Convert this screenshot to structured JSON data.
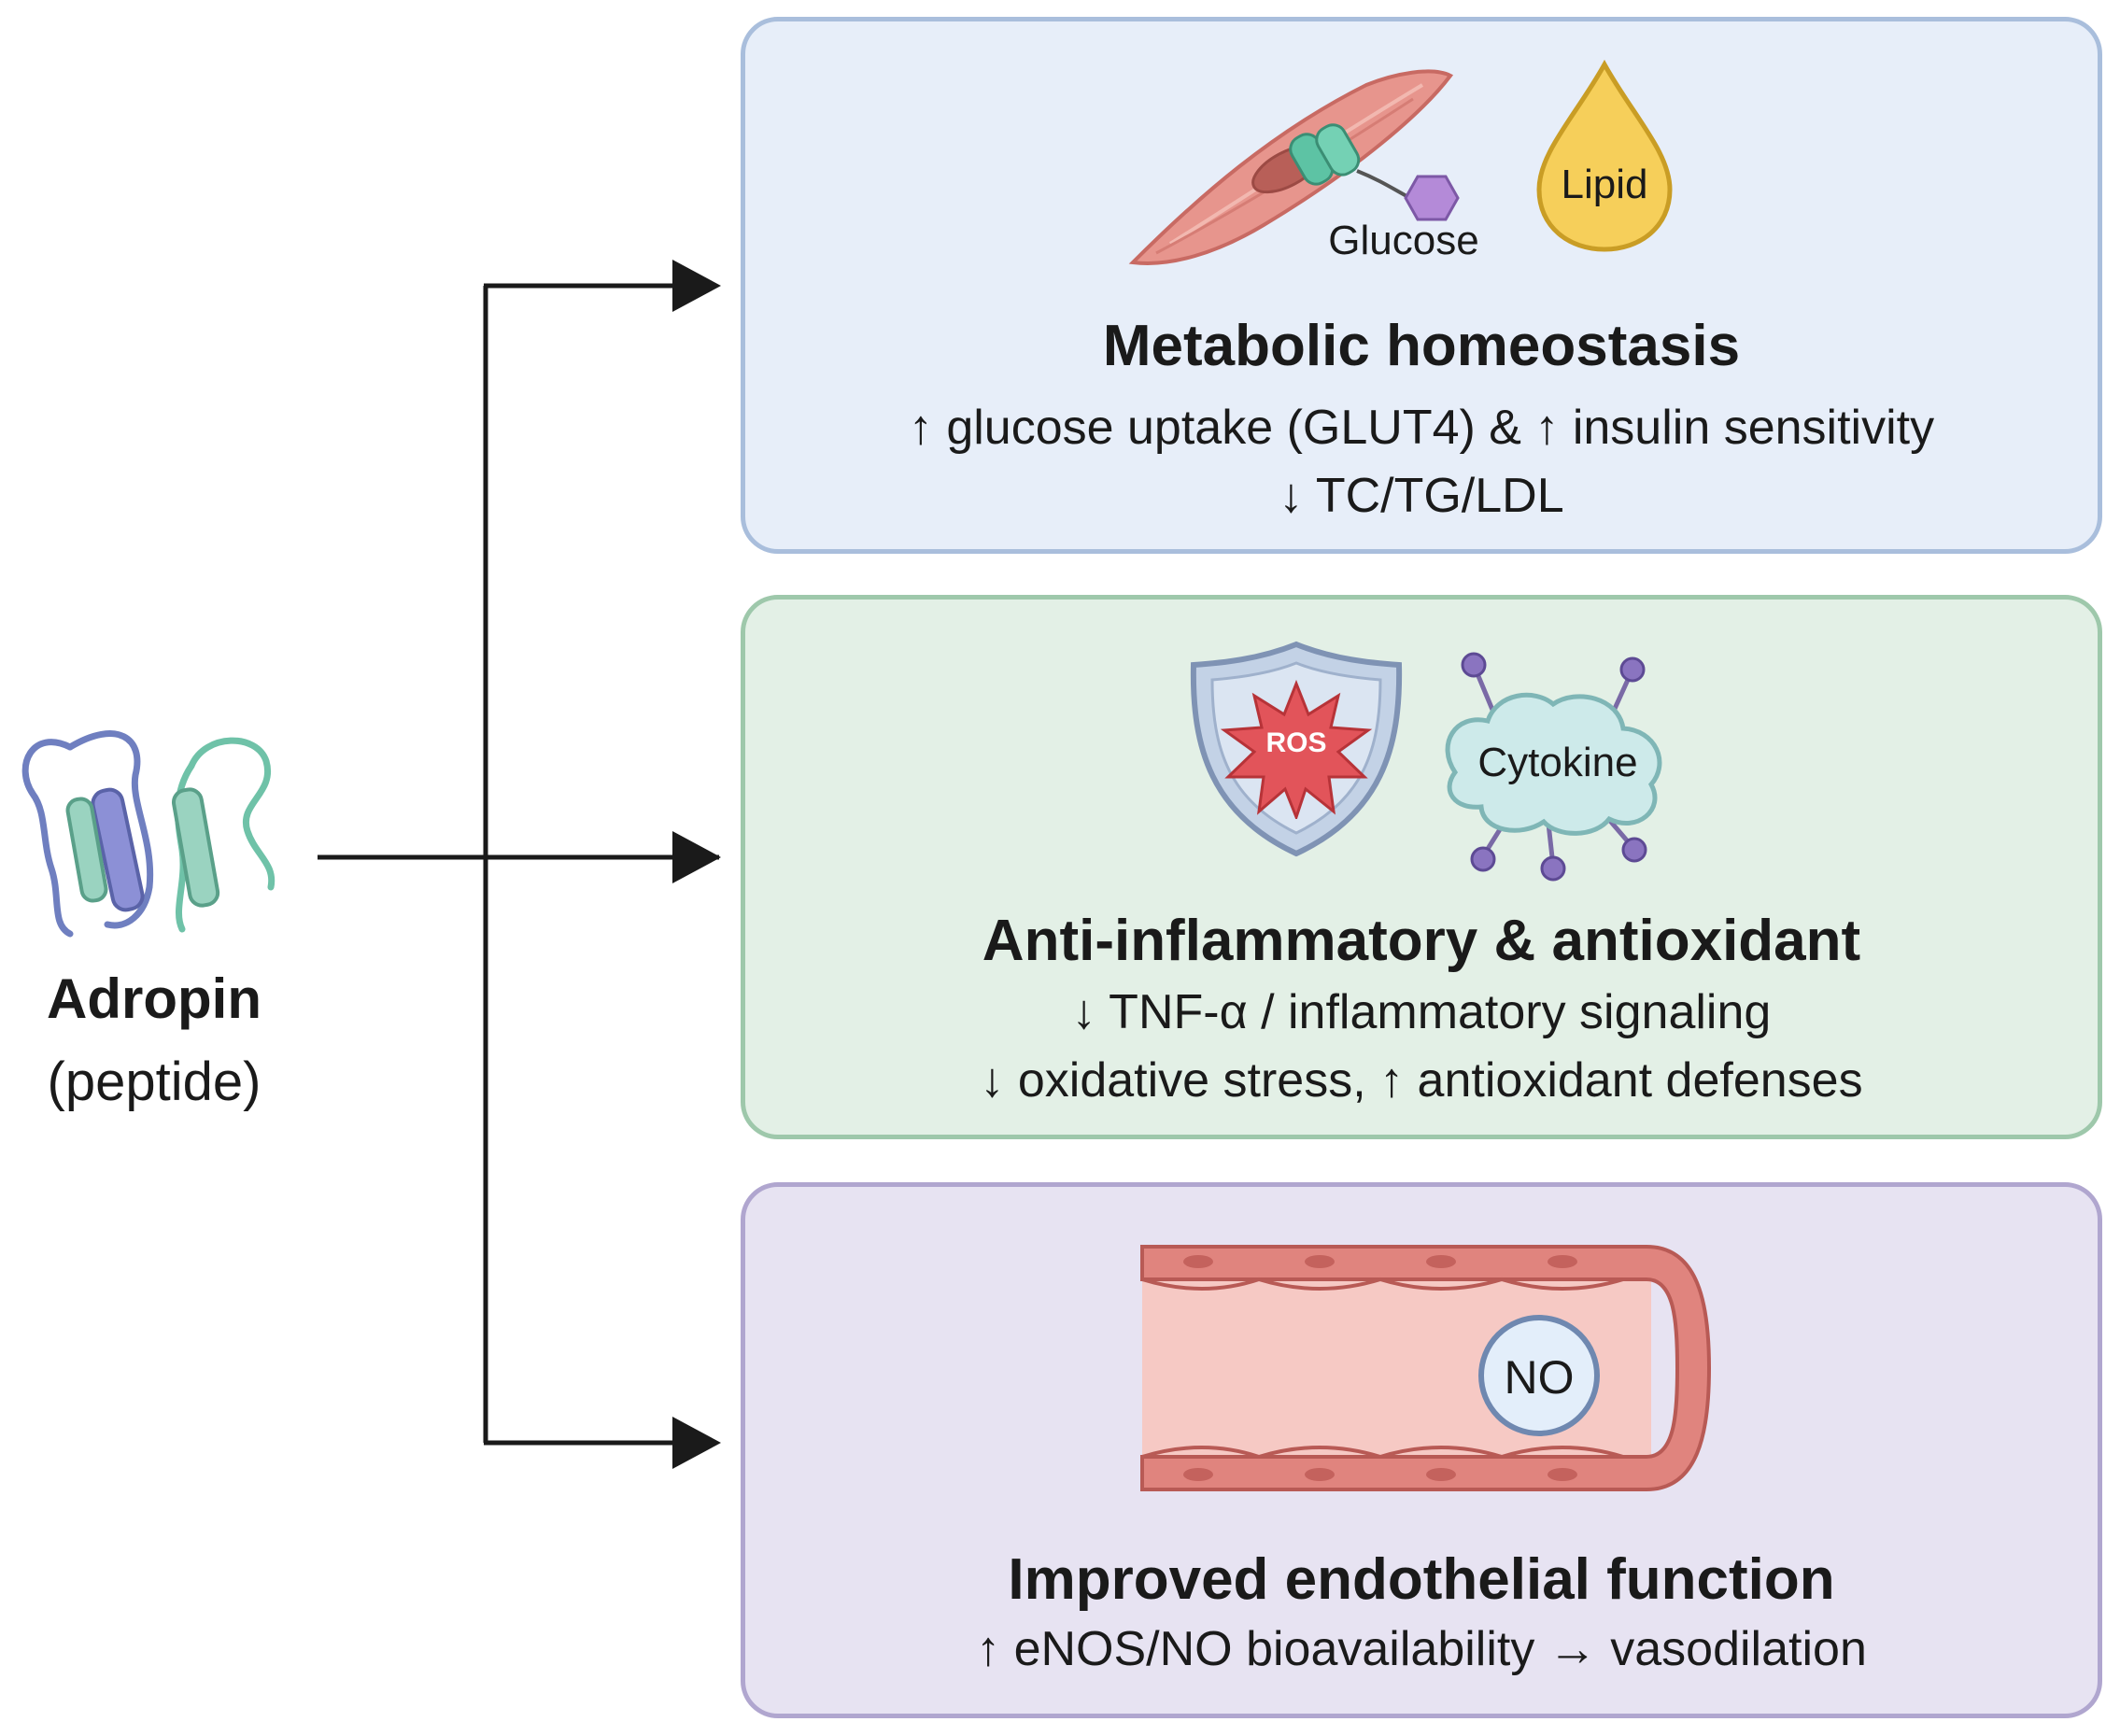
{
  "adropin": {
    "name": "Adropin",
    "subtitle": "(peptide)"
  },
  "panels": {
    "metabolic": {
      "title": "Metabolic homeostasis",
      "line1": "↑ glucose uptake (GLUT4) & ↑ insulin sensitivity",
      "line2": "↓ TC/TG/LDL",
      "labels": {
        "glucose": "Glucose",
        "lipid": "Lipid"
      },
      "icons": [
        "muscle-cell-icon",
        "glut4-transporter-icon",
        "glucose-molecule-icon",
        "lipid-droplet-icon"
      ]
    },
    "inflammation": {
      "title": "Anti-inflammatory & antioxidant",
      "line1": "↓ TNF-α / inflammatory signaling",
      "line2": "↓ oxidative stress, ↑ antioxidant defenses",
      "labels": {
        "ros": "ROS",
        "cytokine": "Cytokine"
      },
      "icons": [
        "shield-icon",
        "ros-burst-icon",
        "cytokine-cell-icon"
      ]
    },
    "endothelial": {
      "title": "Improved endothelial function",
      "line1": "↑ eNOS/NO bioavailability → vasodilation",
      "labels": {
        "no": "NO"
      },
      "icons": [
        "blood-vessel-icon",
        "nitric-oxide-icon"
      ]
    }
  },
  "colors": {
    "metabolic_fill": "#e7eef9",
    "metabolic_border": "#a9bedc",
    "inflam_fill": "#e3f0e6",
    "inflam_border": "#9ec8ab",
    "endo_fill": "#e7e3f2",
    "endo_border": "#b0a6cf",
    "arrow": "#1a1a1a"
  }
}
